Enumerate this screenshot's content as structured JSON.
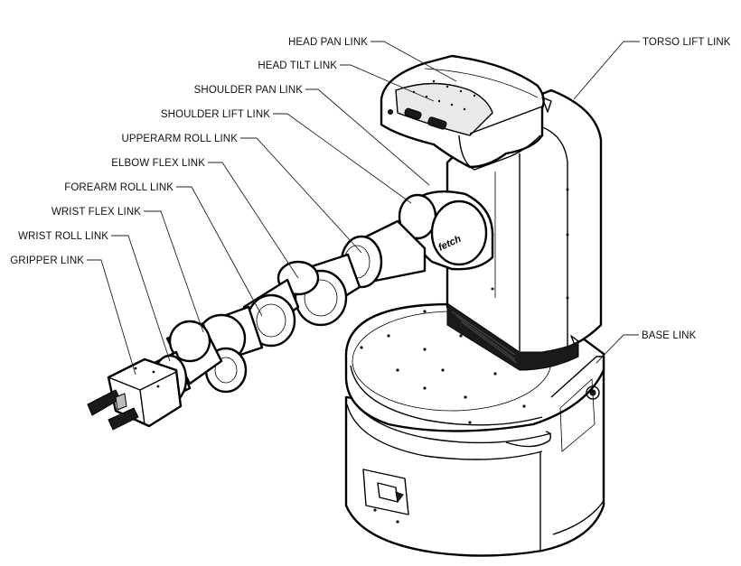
{
  "logo_text": "fetch",
  "labels": [
    {
      "id": "head-pan",
      "text": "HEAD PAN LINK"
    },
    {
      "id": "head-tilt",
      "text": "HEAD TILT LINK"
    },
    {
      "id": "shoulder-pan",
      "text": "SHOULDER PAN LINK"
    },
    {
      "id": "shoulder-lift",
      "text": "SHOULDER LIFT LINK"
    },
    {
      "id": "upperarm-roll",
      "text": "UPPERARM ROLL LINK"
    },
    {
      "id": "elbow-flex",
      "text": "ELBOW FLEX LINK"
    },
    {
      "id": "forearm-roll",
      "text": "FOREARM ROLL LINK"
    },
    {
      "id": "wrist-flex",
      "text": "WRIST FLEX LINK"
    },
    {
      "id": "wrist-roll",
      "text": "WRIST ROLL LINK"
    },
    {
      "id": "gripper",
      "text": "GRIPPER LINK"
    },
    {
      "id": "torso-lift",
      "text": "TORSO LIFT LINK"
    },
    {
      "id": "base",
      "text": "BASE LINK"
    }
  ],
  "colors": {
    "line": "#000000",
    "label": "#111111",
    "accent_dark": "#1a1a1a",
    "panel": "#e9e9e9"
  }
}
